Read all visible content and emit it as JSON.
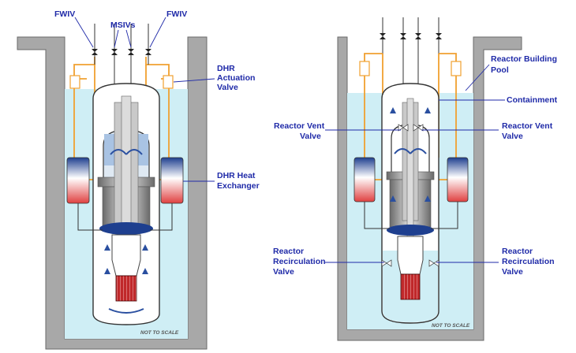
{
  "left_diagram": {
    "labels": {
      "fwiv_left": "FWIV",
      "msivs": "MSIVs",
      "fwiv_right": "FWIV",
      "dhr_actuation_1": "DHR",
      "dhr_actuation_2": "Actuation",
      "dhr_actuation_3": "Valve",
      "dhr_hx_1": "DHR Heat",
      "dhr_hx_2": "Exchanger",
      "not_to_scale": "NOT TO SCALE"
    }
  },
  "right_diagram": {
    "labels": {
      "pool_1": "Reactor Building",
      "pool_2": "Pool",
      "containment": "Containment",
      "vent_left_1": "Reactor Vent",
      "vent_left_2": "Valve",
      "vent_right_1": "Reactor Vent",
      "vent_right_2": "Valve",
      "recirc_left_1": "Reactor",
      "recirc_left_2": "Recirculation",
      "recirc_left_3": "Valve",
      "recirc_right_1": "Reactor",
      "recirc_right_2": "Recirculation",
      "recirc_right_3": "Valve",
      "not_to_scale": "NOT TO SCALE"
    }
  },
  "colors": {
    "label_text": "#1f2aa8",
    "pool_water": "#cfeef5",
    "pipe_orange": "#f0a030",
    "core_red": "#c0282a"
  }
}
